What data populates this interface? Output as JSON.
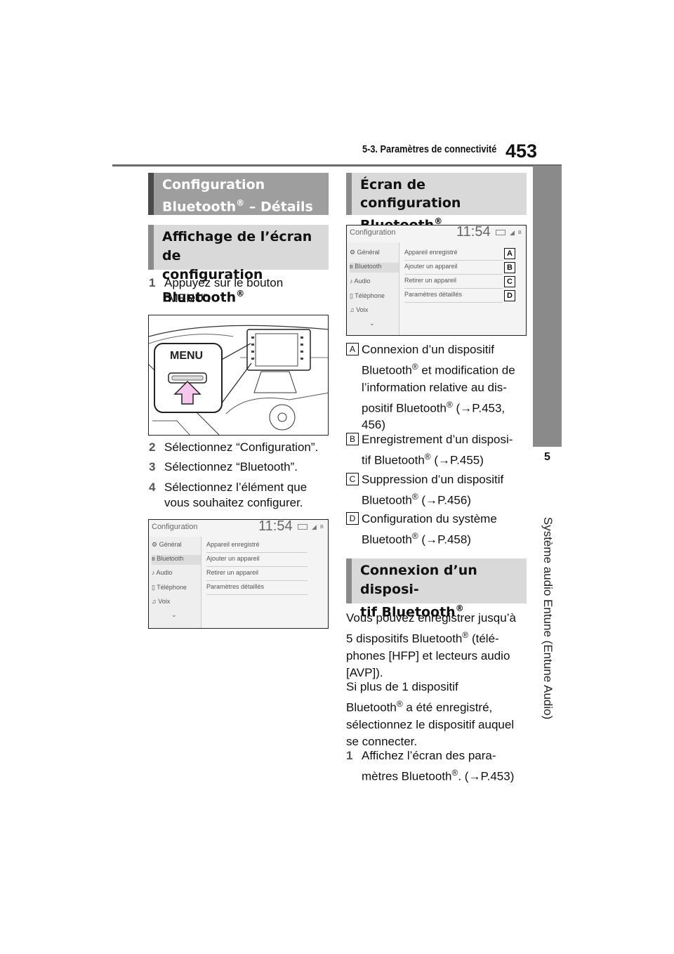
{
  "header": {
    "section": "5-3. Paramètres de connectivité",
    "page": "453"
  },
  "sidetab": {
    "number": "5",
    "title": "Système audio Entune (Entune Audio)"
  },
  "left": {
    "box1": {
      "line1": "Configuration",
      "line2": "Bluetooth",
      "reg": "®",
      "line2b": " – Détails"
    },
    "box2": {
      "line1": "Affichage de l’écran de",
      "line2": "configuration Bluetooth",
      "reg": "®"
    },
    "steps": [
      {
        "n": "1",
        "text1": "Appuyez sur le bouton",
        "text2": "“MENU”."
      },
      {
        "n": "2",
        "text1": "Sélectionnez “Configuration”."
      },
      {
        "n": "3",
        "text1": "Sélectionnez “Bluetooth”."
      },
      {
        "n": "4",
        "text1": "Sélectionnez l’élément que",
        "text2": "vous souhaitez configurer."
      }
    ],
    "menu_label": "MENU"
  },
  "screen": {
    "title": "Configuration",
    "time": "11:54",
    "left_items": [
      "Général",
      "Bluetooth",
      "Audio",
      "Téléphone",
      "Voix"
    ],
    "right_items": [
      "Appareil enregistré",
      "Ajouter un appareil",
      "Retirer un appareil",
      "Paramètres détaillés"
    ],
    "labels": [
      "A",
      "B",
      "C",
      "D"
    ]
  },
  "right": {
    "box1": {
      "line1": "Écran de configuration",
      "line2": "Bluetooth",
      "reg": "®"
    },
    "items": [
      {
        "label": "A",
        "l1": "Connexion d’un dispositif",
        "l2a": "Bluetooth",
        "l2b": " et modification de",
        "l3": "l’information relative au dis-",
        "l4a": "positif Bluetooth",
        "l4b": " (→P.453,",
        "l5": "456)"
      },
      {
        "label": "B",
        "l1": "Enregistrement d’un disposi-",
        "l2a": "tif Bluetooth",
        "l2b": " (→P.455)"
      },
      {
        "label": "C",
        "l1": "Suppression d’un dispositif",
        "l2a": "Bluetooth",
        "l2b": " (→P.456)"
      },
      {
        "label": "D",
        "l1": "Configuration du système",
        "l2a": "Bluetooth",
        "l2b": " (→P.458)"
      }
    ],
    "box2": {
      "line1": "Connexion d’un disposi-",
      "line2": "tif Bluetooth",
      "reg": "®"
    },
    "para1": {
      "l1": "Vous pouvez enregistrer jusqu’à",
      "l2a": "5 dispositifs Bluetooth",
      "l2b": " (télé-",
      "l3": "phones [HFP] et lecteurs audio",
      "l4": "[AVP])."
    },
    "para2": {
      "l1": "Si plus de 1 dispositif",
      "l2a": "Bluetooth",
      "l2b": " a été enregistré,",
      "l3": "sélectionnez le dispositif auquel",
      "l4": "se connecter."
    },
    "step1": {
      "n": "1",
      "l1": "Affichez l’écran des para-",
      "l2a": "mètres Bluetooth",
      "l2b": ". (→P.453)"
    }
  }
}
